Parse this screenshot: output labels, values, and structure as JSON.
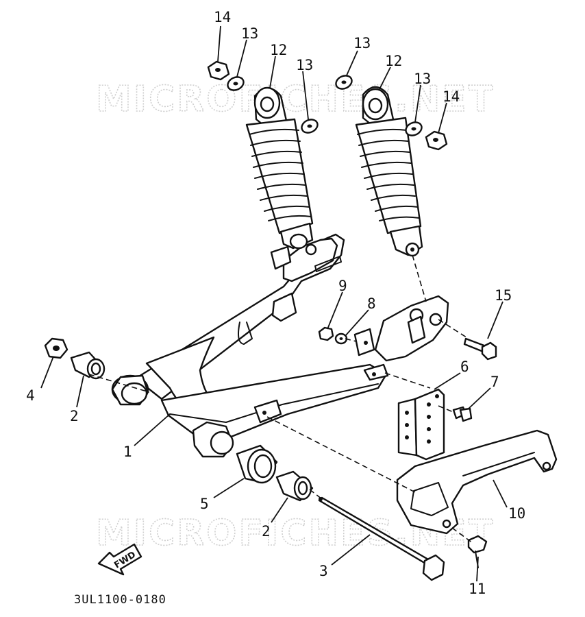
{
  "watermark": {
    "text": "MICROFICHES.NET"
  },
  "catalog_code": "3UL1100-0180",
  "direction_label": "FWD",
  "callouts": {
    "c1": "1",
    "c2a": "2",
    "c2b": "2",
    "c3": "3",
    "c4": "4",
    "c5": "5",
    "c6": "6",
    "c7": "7",
    "c8": "8",
    "c9": "9",
    "c10": "10",
    "c11": "11",
    "c12a": "12",
    "c12b": "12",
    "c13a": "13",
    "c13b": "13",
    "c13c": "13",
    "c13d": "13",
    "c14a": "14",
    "c14b": "14",
    "c15": "15"
  }
}
